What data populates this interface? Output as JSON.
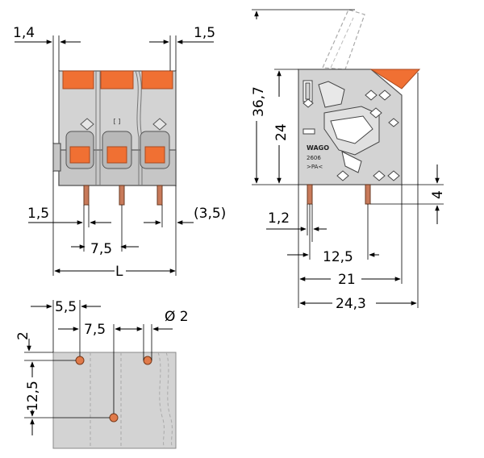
{
  "colors": {
    "housing": "#d3d3d3",
    "housing_dark": "#9a9a9a",
    "lever": "#f07033",
    "pin": "#c87a5a",
    "background": "#ffffff"
  },
  "front_view": {
    "dim_top_left": "1,4",
    "dim_top_right": "1,5",
    "dim_pin_width": "1,5",
    "dim_pin_offset": "(3,5)",
    "dim_pitch": "7,5",
    "dim_length": "L"
  },
  "side_view": {
    "dim_total_height": "36,7",
    "dim_body_height": "24",
    "dim_pin_length": "4",
    "dim_pin_thickness": "1,2",
    "dim_pin_spacing": "12,5",
    "dim_body_depth": "21",
    "dim_total_depth": "24,3",
    "label_brand": "WAGO",
    "label_series": "2606",
    "label_material": ">PA<"
  },
  "footprint_view": {
    "dim_first_hole": "5,5",
    "dim_pitch": "7,5",
    "dim_hole_diameter": "Ø 2",
    "dim_row_offset": "2",
    "dim_row_spacing": "12,5"
  }
}
